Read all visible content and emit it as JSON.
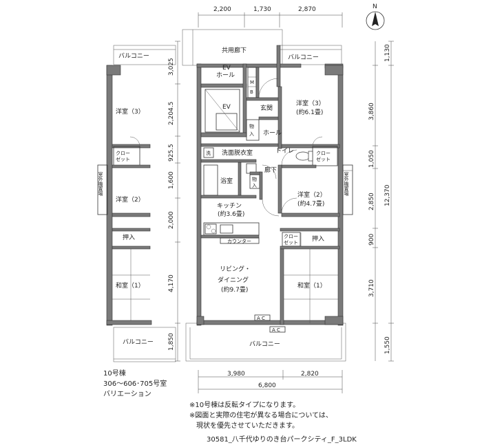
{
  "rooms": {
    "corridor": "共用廊下",
    "ev_hall": [
      "EV",
      "ホール"
    ],
    "ev": "EV",
    "mb": [
      "M",
      "B"
    ],
    "entrance": "玄関",
    "storage_entry": [
      "物",
      "入"
    ],
    "hall": "ホール",
    "wash_mark": "洗",
    "washroom": "洗面脱衣室",
    "toilet": "トイレ",
    "bath": "浴室",
    "storage_bath": [
      "物",
      "入"
    ],
    "corridor2": "廊下",
    "kitchen": [
      "キッチン",
      "(約3.6畳)"
    ],
    "counter": "カウンター",
    "living": [
      "リビング・",
      "ダイニング",
      "(約9.7畳)"
    ],
    "room3": [
      "洋室（3）",
      "(約6.1畳)"
    ],
    "closet3": [
      "クロー",
      "ゼット"
    ],
    "room2": [
      "洋室（2）",
      "(約4.7畳)"
    ],
    "closet2": [
      "クロー",
      "ゼット"
    ],
    "oshiire": "押入",
    "washitsu1": "和室（1）",
    "outdoor_unit": "室外機置場",
    "balcony_top": "バルコニー",
    "balcony_bottom": "バルコニー",
    "ac": "A C"
  },
  "variation": {
    "balcony_top": "バルコニー",
    "room3": "洋室（3）",
    "closet": [
      "クロー",
      "ゼット"
    ],
    "outdoor_unit": "室外機置場",
    "room2": "洋室（2）",
    "oshiire": "押入",
    "washitsu1": "和室（1）",
    "balcony_bottom": "バルコニー"
  },
  "dimensions": {
    "top": [
      "2,200",
      "1,730",
      "2,870"
    ],
    "bottom": [
      "3,980",
      "2,820"
    ],
    "bottom_total": "6,800",
    "left": [
      "3,025",
      "2,204.5",
      "925.5",
      "1,600",
      "2,000",
      "4,170",
      "1,850"
    ],
    "right_inner": [
      "3,860",
      "1,050",
      "2,850",
      "900",
      "3,710"
    ],
    "right_outer": [
      "1,130",
      "12,370",
      "1,550"
    ]
  },
  "compass": "N",
  "caption": [
    "10号棟",
    "306～606･705号室",
    "バリエーション"
  ],
  "notes": [
    "※10号棟は反転タイプになります。",
    "※図面と実際の住宅が異なる場合については、",
    "　現状を優先させていただきます。"
  ],
  "footer": "30581_八千代ゆりのき台パークシティ_F_3LDK"
}
